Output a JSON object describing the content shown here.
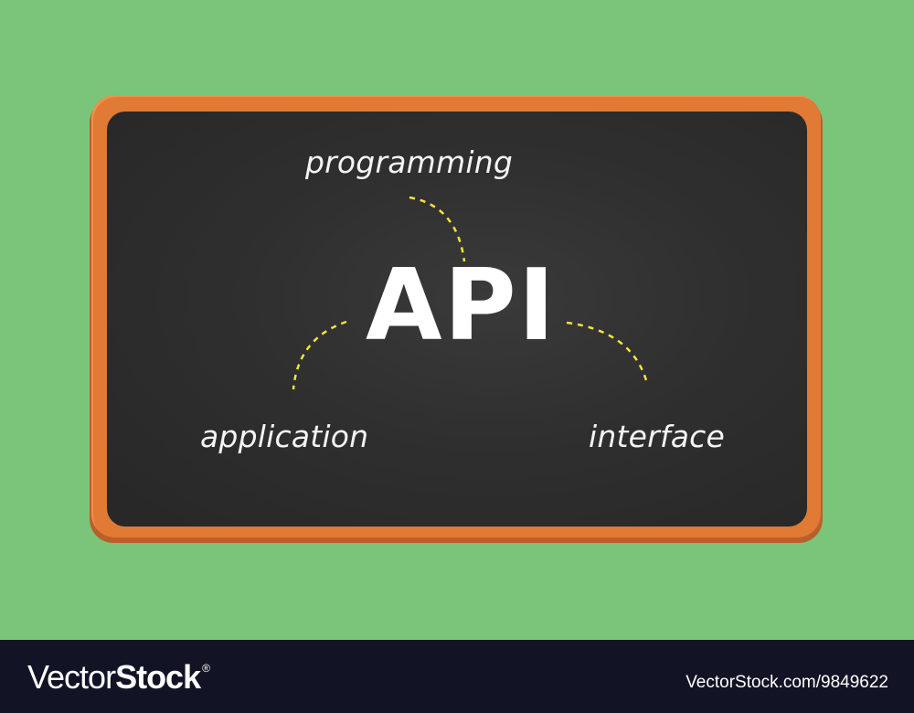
{
  "colors": {
    "background": "#7ac57a",
    "frame": "#e07a35",
    "board": "#2f2f2f",
    "text": "#ffffff",
    "dash": "#f5e33a",
    "footer": "#121426"
  },
  "board": {
    "title": "API",
    "words": {
      "top": "programming",
      "left": "application",
      "right": "interface"
    }
  },
  "footer": {
    "logo_light": "Vector",
    "logo_bold": "Stock",
    "logo_mark": "®",
    "url": "VectorStock.com/9849622"
  }
}
